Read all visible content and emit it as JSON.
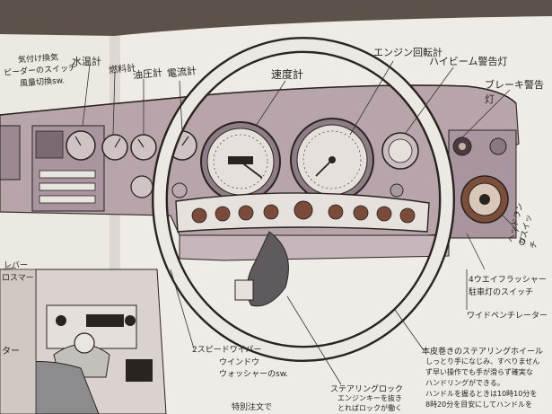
{
  "labels": {
    "left_top_1": "気付け換気",
    "left_top_2": "ピーダーのスイッチ",
    "left_top_3": "風量切換sw.",
    "water_temp": "水温計",
    "fuel": "燃料計",
    "oil_pressure": "油圧計",
    "ammeter": "電流計",
    "speedometer": "速度計",
    "tachometer": "エンジン回転計",
    "high_beam": "ハイビーム警告灯",
    "brake_warning": "ブレーキ警告灯",
    "left_mid_1": "レバー",
    "left_mid_2": "ロスマー",
    "left_mid_3": "ター",
    "headlamp_switch_1": "ヘッドランプ",
    "headlamp_switch_2": "のスイッチ",
    "flasher_1": "4ウエイフラッシャー",
    "flasher_2": "駐車灯のスイッチ",
    "wide_vent": "ワイドベンチレーター",
    "wiper_1": "2スピードワイパー",
    "wiper_2": "ウインドウ",
    "wiper_3": "ウォッシャーのsw.",
    "steering_lock_1": "ステアリングロック",
    "steering_lock_2": "エンジンキーを抜き",
    "steering_lock_3": "とればロックが働く",
    "special_1": "特別注文で",
    "wheel_title": "本皮巻きのステアリングホイール",
    "wheel_desc_1": "しっとり手になじみ、すべりません",
    "wheel_desc_2": "ず早い操作でも手が滑らず確実な",
    "wheel_desc_3": "ハンドリングができる。",
    "wheel_desc_4": "ハンドルを握るときは10時10分を",
    "wheel_desc_5": "8時20分を目安にしてハンドルを"
  },
  "colors": {
    "paper": "#eeeae5",
    "dash_dark": "#8f7c83",
    "dash_mid": "#b9a6ad",
    "wheel": "#ece9e4",
    "ink": "#2a2420"
  }
}
